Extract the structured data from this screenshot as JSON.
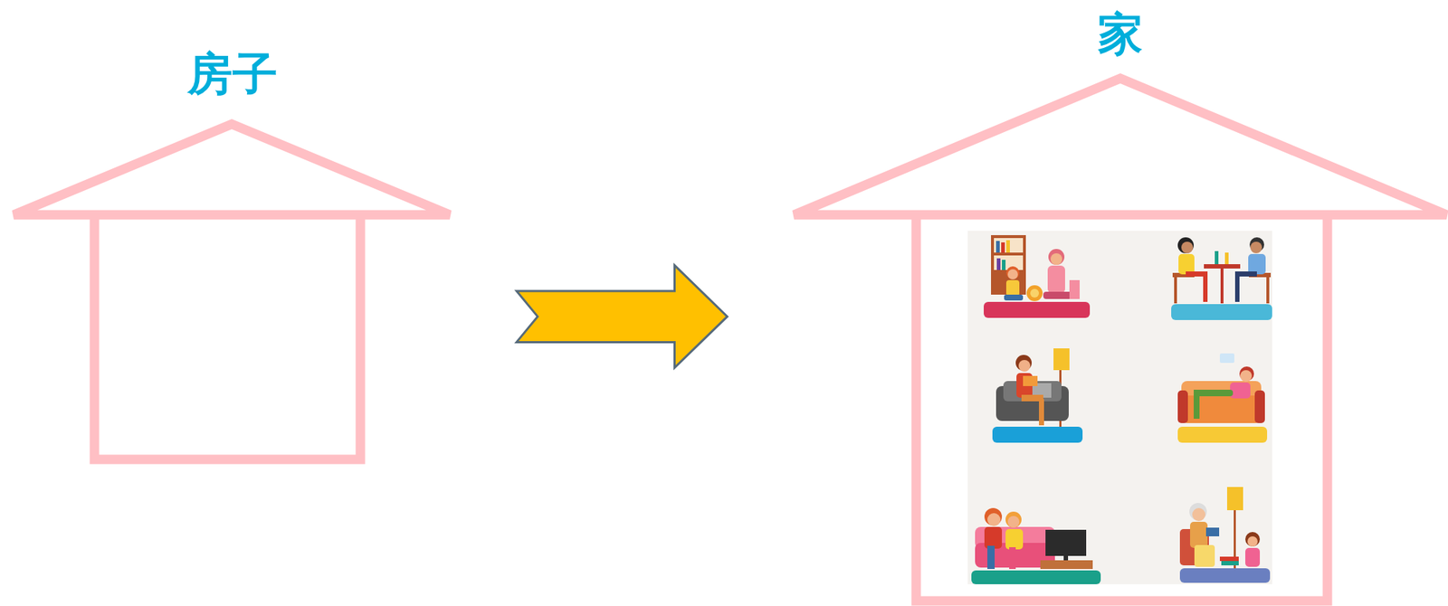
{
  "diagram": {
    "nodes": [
      {
        "text": [
          "房子"
        ]
      },
      {
        "text": [
          "家"
        ]
      }
    ],
    "edges": [
      {
        "from": 0,
        "to": 1,
        "arrow": "to"
      }
    ]
  }
}
